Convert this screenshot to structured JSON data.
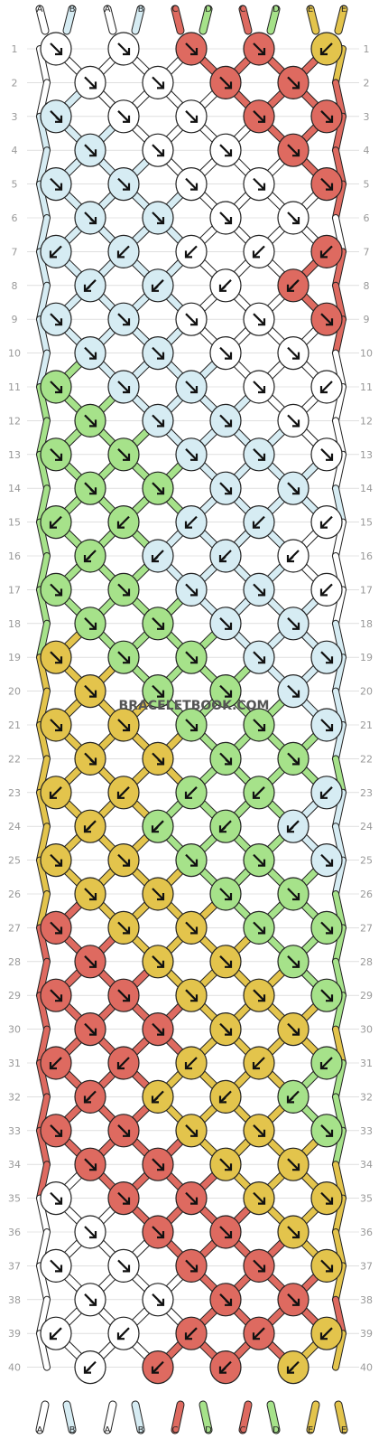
{
  "watermark": "BRACELETBOOK.COM",
  "colors": {
    "A": "#ffffff",
    "B": "#d6ecf3",
    "C": "#de6a60",
    "D": "#a6e28a",
    "E": "#e3c44c",
    "outline": "#222222",
    "gridline": "#cccccc"
  },
  "top_strings": [
    "A",
    "B",
    "A",
    "B",
    "C",
    "D",
    "C",
    "D",
    "E",
    "E"
  ],
  "bottom_strings": [
    "A",
    "B",
    "A",
    "B",
    "C",
    "D",
    "C",
    "D",
    "E",
    "E"
  ],
  "row_numbers": [
    "1",
    "2",
    "3",
    "4",
    "5",
    "6",
    "7",
    "8",
    "9",
    "10",
    "11",
    "12",
    "13",
    "14",
    "15",
    "16",
    "17",
    "18",
    "19",
    "20",
    "21",
    "22",
    "23",
    "24",
    "25",
    "26",
    "27",
    "28",
    "29",
    "30",
    "31",
    "32",
    "33",
    "34",
    "35",
    "36",
    "37",
    "38",
    "39",
    "40"
  ],
  "knot_rows": [
    {
      "colors": [
        "A",
        "A",
        "C",
        "C",
        "E"
      ],
      "knots": [
        "se",
        "se",
        "se",
        "se",
        "sw"
      ]
    },
    {
      "colors": [
        "A",
        "A",
        "C",
        "C"
      ],
      "knots": [
        "se",
        "se",
        "se",
        "se"
      ]
    },
    {
      "colors": [
        "B",
        "A",
        "A",
        "C",
        "C"
      ],
      "knots": [
        "se-back",
        "se",
        "se",
        "se",
        "se"
      ]
    },
    {
      "colors": [
        "B",
        "A",
        "A",
        "C"
      ],
      "knots": [
        "se",
        "se",
        "se",
        "se"
      ]
    },
    {
      "colors": [
        "B",
        "B",
        "A",
        "A",
        "C"
      ],
      "knots": [
        "se",
        "se",
        "se",
        "se",
        "se"
      ]
    },
    {
      "colors": [
        "B",
        "B",
        "A",
        "A"
      ],
      "knots": [
        "se-back",
        "se-back",
        "se-back",
        "se-back"
      ]
    },
    {
      "colors": [
        "B",
        "B",
        "A",
        "A",
        "C"
      ],
      "knots": [
        "sw",
        "sw",
        "sw",
        "sw",
        "sw"
      ]
    },
    {
      "colors": [
        "B",
        "B",
        "A",
        "C"
      ],
      "knots": [
        "sw-back",
        "sw-back",
        "sw-back",
        "sw-back"
      ]
    },
    {
      "colors": [
        "B",
        "B",
        "A",
        "A",
        "C"
      ],
      "knots": [
        "se",
        "se",
        "se",
        "se",
        "se"
      ]
    },
    {
      "colors": [
        "B",
        "B",
        "A",
        "A"
      ],
      "knots": [
        "se",
        "se",
        "se",
        "se"
      ]
    },
    {
      "colors": [
        "D",
        "B",
        "B",
        "A",
        "A"
      ],
      "knots": [
        "se",
        "se",
        "se",
        "se",
        "sw"
      ]
    },
    {
      "colors": [
        "D",
        "B",
        "B",
        "A"
      ],
      "knots": [
        "se",
        "se",
        "se",
        "se"
      ]
    },
    {
      "colors": [
        "D",
        "D",
        "B",
        "B",
        "A"
      ],
      "knots": [
        "se",
        "se",
        "se",
        "se",
        "se"
      ]
    },
    {
      "colors": [
        "D",
        "D",
        "B",
        "B"
      ],
      "knots": [
        "se-back",
        "se-back",
        "se-back",
        "se-back"
      ]
    },
    {
      "colors": [
        "D",
        "D",
        "B",
        "B",
        "A"
      ],
      "knots": [
        "sw",
        "sw",
        "sw",
        "sw",
        "sw"
      ]
    },
    {
      "colors": [
        "D",
        "B",
        "B",
        "A"
      ],
      "knots": [
        "sw-back",
        "sw-back",
        "sw-back",
        "sw-back"
      ]
    },
    {
      "colors": [
        "D",
        "D",
        "B",
        "B",
        "A"
      ],
      "knots": [
        "se",
        "se",
        "se",
        "se",
        "sw"
      ]
    },
    {
      "colors": [
        "D",
        "D",
        "B",
        "B"
      ],
      "knots": [
        "se",
        "se",
        "se",
        "se"
      ]
    },
    {
      "colors": [
        "E",
        "D",
        "D",
        "B",
        "B"
      ],
      "knots": [
        "se",
        "se",
        "se",
        "se",
        "se"
      ]
    },
    {
      "colors": [
        "E",
        "D",
        "D",
        "B"
      ],
      "knots": [
        "se",
        "se",
        "se",
        "se"
      ]
    },
    {
      "colors": [
        "E",
        "E",
        "D",
        "D",
        "B"
      ],
      "knots": [
        "se",
        "se",
        "se",
        "se",
        "se"
      ]
    },
    {
      "colors": [
        "E",
        "E",
        "D",
        "D"
      ],
      "knots": [
        "se-back",
        "se-back",
        "se-back",
        "se-back"
      ]
    },
    {
      "colors": [
        "E",
        "E",
        "D",
        "D",
        "B"
      ],
      "knots": [
        "sw",
        "sw",
        "sw",
        "sw",
        "sw"
      ]
    },
    {
      "colors": [
        "E",
        "D",
        "D",
        "B"
      ],
      "knots": [
        "sw-back",
        "sw-back",
        "sw-back",
        "sw-back"
      ]
    },
    {
      "colors": [
        "E",
        "E",
        "D",
        "D",
        "B"
      ],
      "knots": [
        "se",
        "se",
        "se",
        "se",
        "se"
      ]
    },
    {
      "colors": [
        "E",
        "E",
        "D",
        "D"
      ],
      "knots": [
        "se",
        "se",
        "se",
        "se"
      ]
    },
    {
      "colors": [
        "C",
        "E",
        "E",
        "D",
        "D"
      ],
      "knots": [
        "se",
        "se",
        "se",
        "se",
        "se"
      ]
    },
    {
      "colors": [
        "C",
        "E",
        "E",
        "D"
      ],
      "knots": [
        "se",
        "se",
        "se",
        "se"
      ]
    },
    {
      "colors": [
        "C",
        "C",
        "E",
        "E",
        "D"
      ],
      "knots": [
        "se",
        "se",
        "se",
        "se",
        "se"
      ]
    },
    {
      "colors": [
        "C",
        "C",
        "E",
        "E"
      ],
      "knots": [
        "se-back",
        "se-back",
        "se-back",
        "se-back"
      ]
    },
    {
      "colors": [
        "C",
        "C",
        "E",
        "E",
        "D"
      ],
      "knots": [
        "sw",
        "sw",
        "sw",
        "sw",
        "sw"
      ]
    },
    {
      "colors": [
        "C",
        "E",
        "E",
        "D"
      ],
      "knots": [
        "sw-back",
        "sw-back",
        "sw-back",
        "sw-back"
      ]
    },
    {
      "colors": [
        "C",
        "C",
        "E",
        "E",
        "D"
      ],
      "knots": [
        "se",
        "se",
        "se",
        "se",
        "se"
      ]
    },
    {
      "colors": [
        "C",
        "C",
        "E",
        "E"
      ],
      "knots": [
        "se",
        "se",
        "se",
        "se"
      ]
    },
    {
      "colors": [
        "A",
        "C",
        "C",
        "E",
        "E"
      ],
      "knots": [
        "se",
        "se",
        "se",
        "se",
        "se"
      ]
    },
    {
      "colors": [
        "A",
        "C",
        "C",
        "E"
      ],
      "knots": [
        "se",
        "se",
        "se",
        "se"
      ]
    },
    {
      "colors": [
        "A",
        "A",
        "C",
        "C",
        "E"
      ],
      "knots": [
        "se",
        "se",
        "se",
        "se",
        "se"
      ]
    },
    {
      "colors": [
        "A",
        "A",
        "C",
        "C"
      ],
      "knots": [
        "se-back",
        "se-back",
        "se-back",
        "se-back"
      ]
    },
    {
      "colors": [
        "A",
        "A",
        "C",
        "C",
        "E"
      ],
      "knots": [
        "sw",
        "sw",
        "sw",
        "sw",
        "sw"
      ]
    },
    {
      "colors": [
        "A",
        "C",
        "C",
        "E"
      ],
      "knots": [
        "sw-back",
        "sw-back",
        "sw-back",
        "sw-back"
      ]
    }
  ]
}
